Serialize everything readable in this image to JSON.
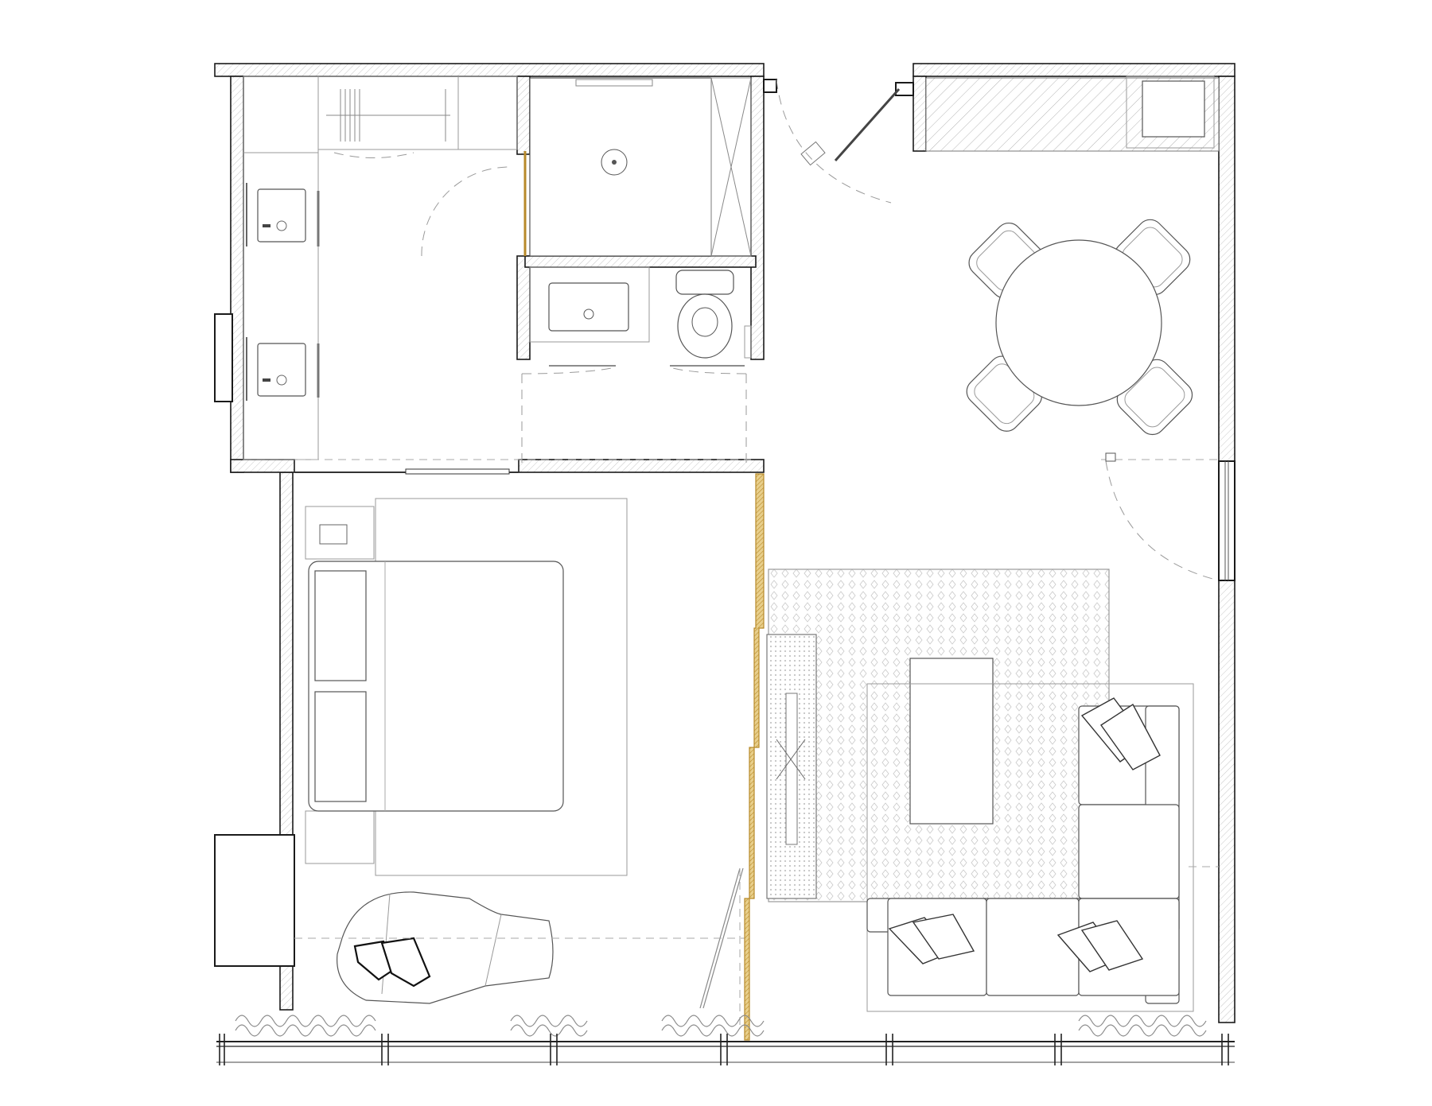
{
  "drawing": {
    "kind": "architectural floor plan",
    "rooms": [
      {
        "name": "bathroom",
        "fixtures": [
          "double-vanity",
          "shower",
          "wc",
          "washbasin",
          "wardrobe"
        ]
      },
      {
        "name": "bedroom",
        "fixtures": [
          "double-bed",
          "nightstands",
          "lounge-chair",
          "rug"
        ]
      },
      {
        "name": "living-dining",
        "fixtures": [
          "round-dining-table",
          "four-chairs",
          "l-sofa",
          "coffee-table",
          "media-bench",
          "rug",
          "kitchenette"
        ]
      }
    ],
    "colors": {
      "line": "#1a1a1a",
      "light_line": "#9a9a9a",
      "accent_partition": "#b88a2a"
    }
  }
}
